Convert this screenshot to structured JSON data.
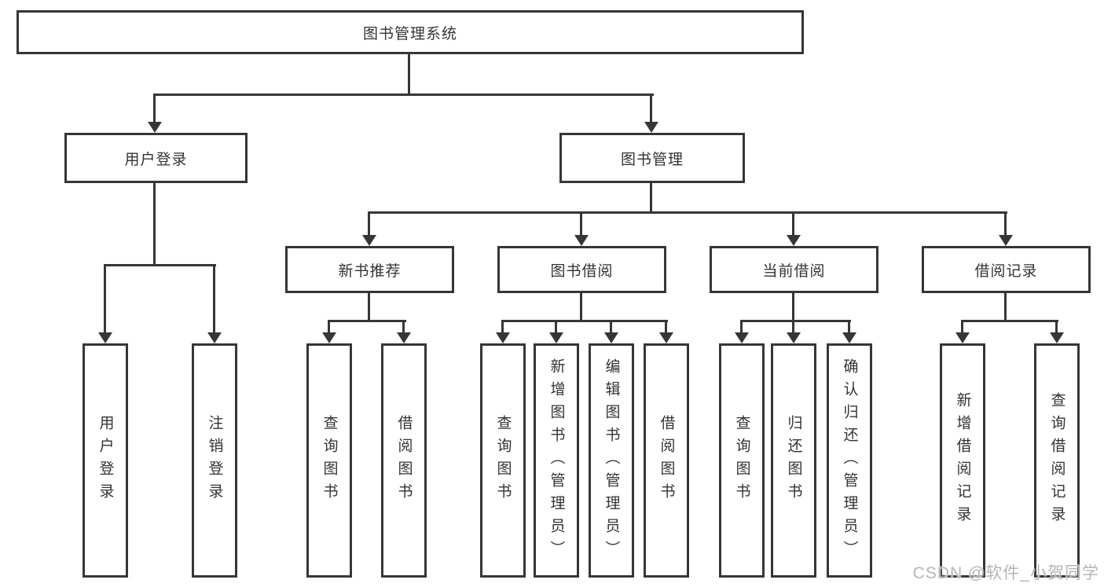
{
  "colors": {
    "line": "#363636",
    "text": "#333333",
    "watermark": "#b5b5b5",
    "box_bg": "#ffffff"
  },
  "tree": {
    "root": {
      "label": "图书管理系统"
    },
    "user_login": {
      "label": "用户登录",
      "children": [
        {
          "label": "用户登录"
        },
        {
          "label": "注销登录"
        }
      ]
    },
    "book_management": {
      "label": "图书管理",
      "groups": [
        {
          "label": "新书推荐",
          "children": [
            {
              "label": "查询图书"
            },
            {
              "label": "借阅图书"
            }
          ]
        },
        {
          "label": "图书借阅",
          "children": [
            {
              "label": "查询图书"
            },
            {
              "label": "新增图书（管理员）"
            },
            {
              "label": "编辑图书（管理员）"
            },
            {
              "label": "借阅图书"
            }
          ]
        },
        {
          "label": "当前借阅",
          "children": [
            {
              "label": "查询图书"
            },
            {
              "label": "归还图书"
            },
            {
              "label": "确认归还（管理员）"
            }
          ]
        },
        {
          "label": "借阅记录",
          "children": [
            {
              "label": "新增借阅记录"
            },
            {
              "label": "查询借阅记录"
            }
          ]
        }
      ]
    }
  },
  "watermark": {
    "text": "CSDN @软件_小贺同学"
  }
}
